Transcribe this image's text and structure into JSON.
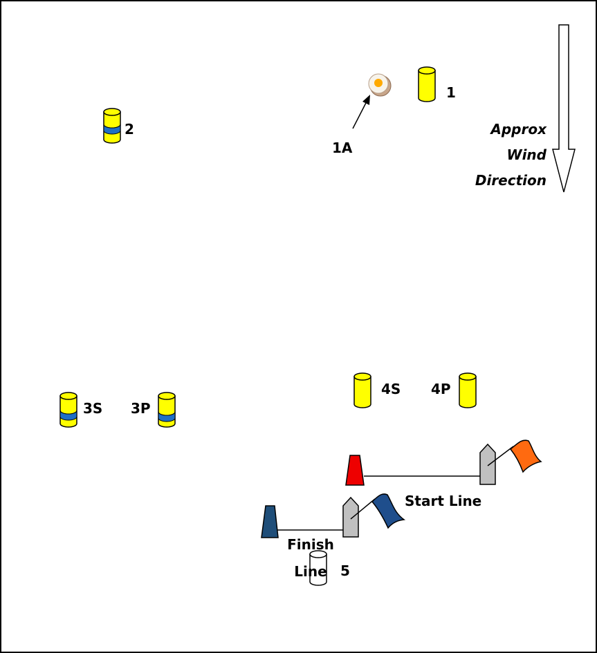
{
  "wind": {
    "label_line1": "Approx",
    "label_line2": "Wind",
    "label_line3": "Direction"
  },
  "marks": {
    "m1": "1",
    "m1a": "1A",
    "m2": "2",
    "m3s": "3S",
    "m3p": "3P",
    "m4s": "4S",
    "m4p": "4P",
    "m5": "5"
  },
  "lines": {
    "start": "Start Line",
    "finish_line1": "Finish",
    "finish_line2": "Line"
  },
  "colors": {
    "buoy_yellow": "#ffff00",
    "band_blue": "#1f6fc4",
    "pin_red": "#ee0000",
    "pin_navy": "#1f4e79",
    "flag_orange": "#ff6a10",
    "flag_blue": "#1f4e8c",
    "committee_grey": "#c0c0c0",
    "inflatable_orange": "#ffaa00"
  }
}
